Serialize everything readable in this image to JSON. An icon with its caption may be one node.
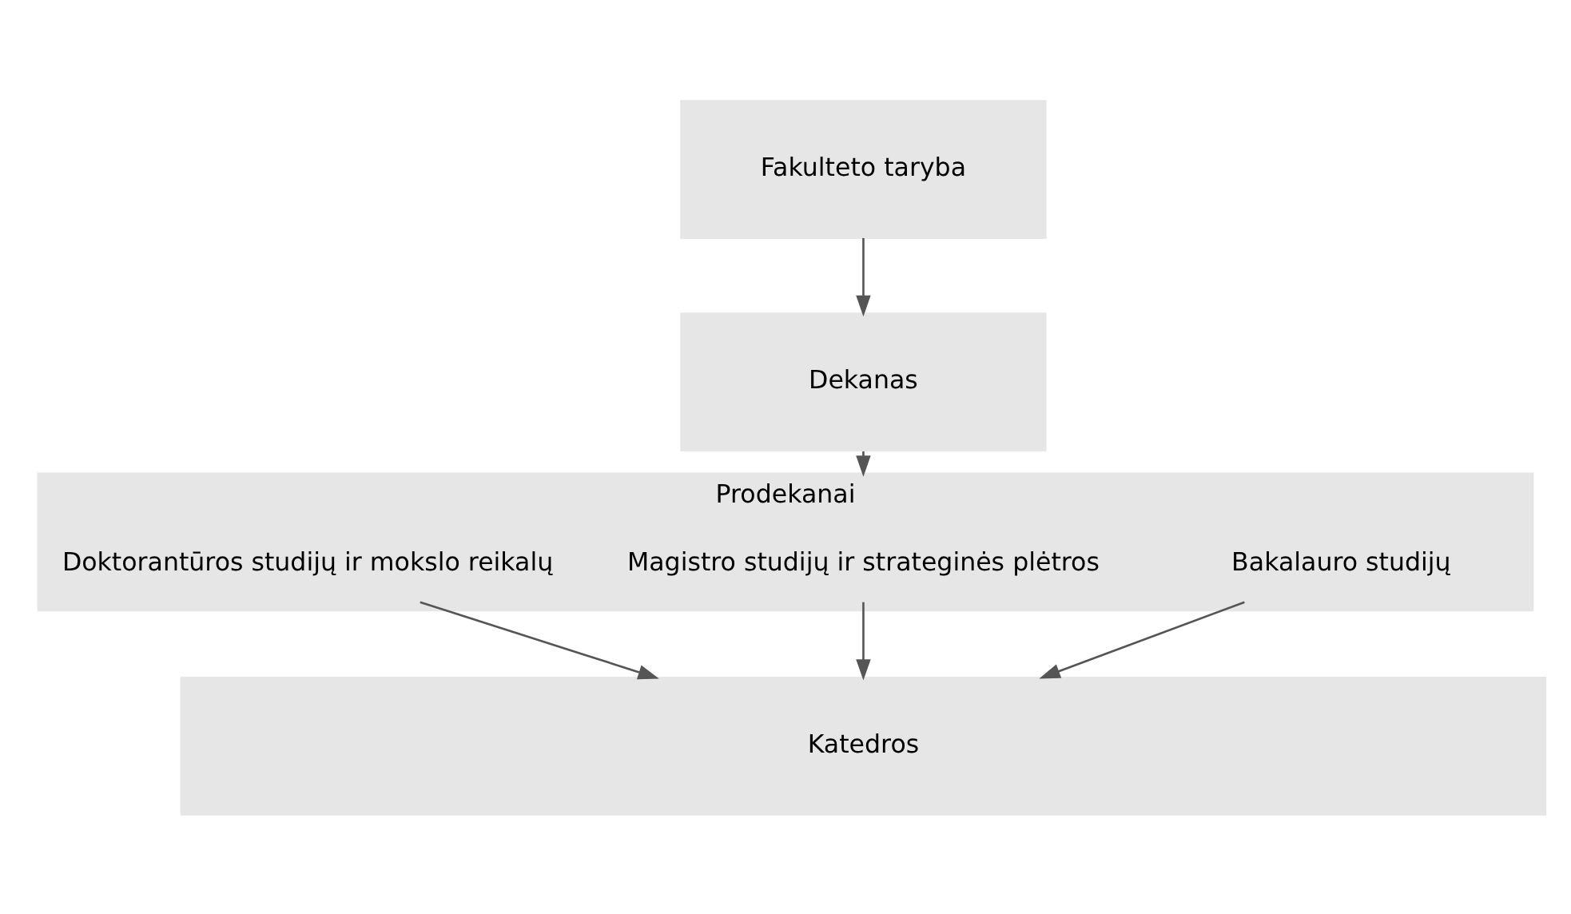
{
  "diagram": {
    "nodes": [
      {
        "text": [
          "Fakulteto taryba"
        ]
      },
      {
        "text": [
          "Dekanas"
        ]
      },
      {
        "text": [
          "Prodekanai"
        ]
      },
      {
        "text": [
          "Bakalauro studijų"
        ],
        "in": 2
      },
      {
        "text": [
          "Magistro studijų ir strateginės plėtros"
        ],
        "in": 2
      },
      {
        "text": [
          "Doktorantūros studijų ir mokslo reikalų"
        ],
        "in": 2
      },
      {
        "text": [
          "Katedros"
        ]
      }
    ],
    "edges": [
      {
        "from": 0,
        "to": 1,
        "arrow": "to"
      },
      {
        "from": 1,
        "to": 2,
        "arrow": "to"
      },
      {
        "from": 3,
        "to": 6,
        "arrow": "to"
      },
      {
        "from": 4,
        "to": 6,
        "arrow": "to"
      },
      {
        "from": 5,
        "to": 6,
        "arrow": "to"
      }
    ]
  }
}
